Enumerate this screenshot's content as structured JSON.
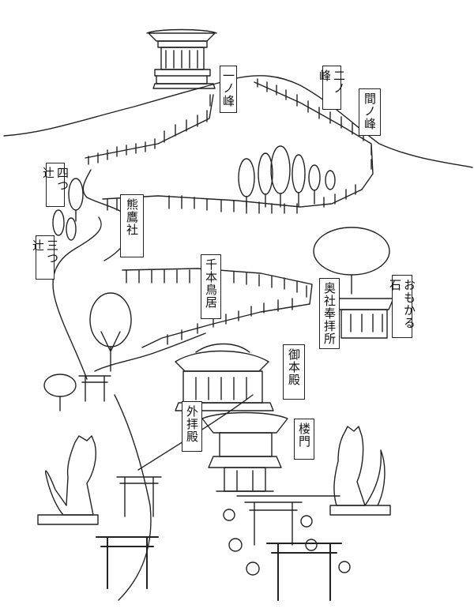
{
  "labels": {
    "ichinomine": "一ノ峰",
    "ninomine": "二ノ峰",
    "nakanomine": "間ノ峰",
    "yotsutsuji": "四つ辻",
    "mitsutsuji": "三つ辻",
    "kumataka": "熊鷹社",
    "senbon_torii": "千本鳥居",
    "okusha": "奥社奉拝所",
    "omokaru_ishi": "おもかる石",
    "honden": "御本殿",
    "gehaiden": "外拝殿",
    "romon": "楼門"
  },
  "colors": {
    "ink": "#222222",
    "paper": "#ffffff",
    "shade": "#8a8a8a"
  }
}
